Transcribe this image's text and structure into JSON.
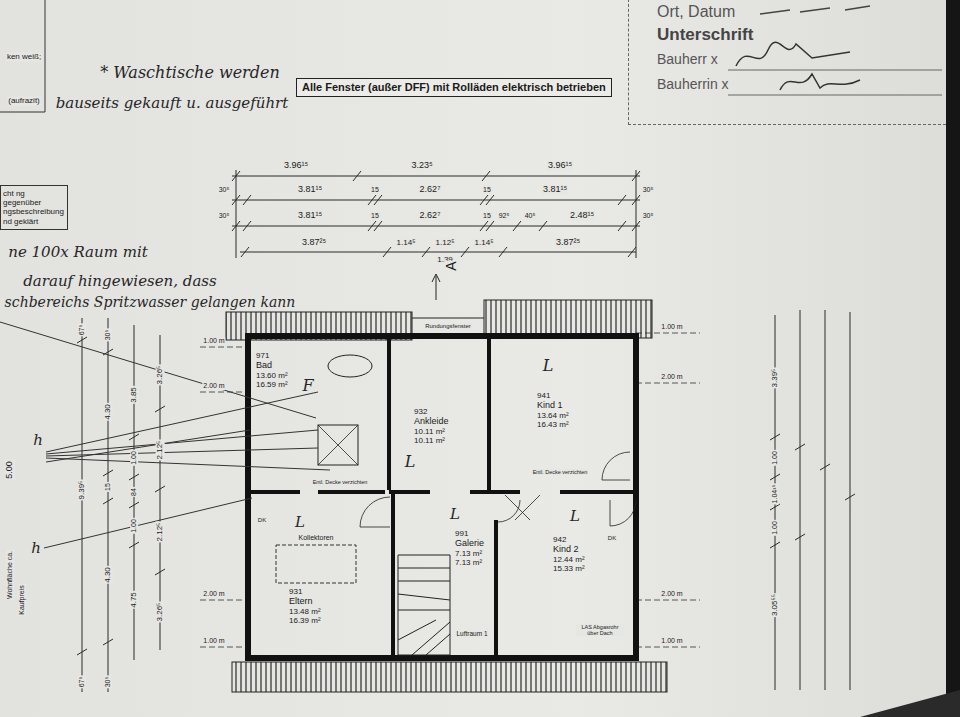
{
  "diagram": {
    "nodes": [
      {
        "text": [
          "Alle Fenster (außer DFF) mit Rolläden elektrisch betrieben"
        ]
      },
      {
        "text": [
          "Ort, Datum",
          "Unterschrift",
          "Bauherr x",
          "Bauherrin x"
        ]
      },
      {
        "text": [
          "cht ng gegenüber ngsbeschreibung nd geklärt"
        ]
      },
      {
        "text": [
          "971",
          "Bad",
          "13.60 m²",
          "16.59 m²"
        ]
      },
      {
        "text": [
          "932",
          "Ankleide",
          "10.11 m²",
          "10.11 m²"
        ]
      },
      {
        "text": [
          "941",
          "Kind 1",
          "13.64 m²",
          "16.43 m²"
        ]
      },
      {
        "text": [
          "931",
          "Eltern",
          "13.48 m²",
          "16.39 m²"
        ]
      },
      {
        "text": [
          "991",
          "Galerie",
          "7.13 m²",
          "7.13 m²"
        ]
      },
      {
        "text": [
          "942",
          "Kind 2",
          "12.44 m²",
          "15.33 m²"
        ]
      }
    ],
    "labels": [
      "ken weiß;",
      "(aufrazit)",
      "* Waschtische werden",
      "bauseits gekauft u. ausgeführt",
      "ne 100x Raum mit",
      "darauf hingewiesen, dass",
      "schbereichs Spritzwasser gelangen kann",
      "3.96¹⁵",
      "3.23⁵",
      "3.96¹⁵",
      "30⁵",
      "3.81¹⁵",
      "15",
      "2.62⁷",
      "15",
      "3.81¹⁵",
      "30⁵",
      "30⁵",
      "3.81¹⁵",
      "15",
      "2.62⁷",
      "15",
      "92⁵",
      "40⁵",
      "2.48¹⁵",
      "30⁵",
      "3.87²⁵",
      "1.14⁵",
      "1.12⁵",
      "1.14⁵",
      "3.87²⁵",
      "1.39",
      "A",
      "67⁵",
      "30⁵",
      "9.39⁵",
      "4.30",
      "15",
      "4.30",
      "3.85",
      "1.00",
      "84",
      "1.00",
      "4.75",
      "3.26⁵",
      "2.12⁵",
      "2.12⁵",
      "3.26⁵",
      "67⁵",
      "30⁵",
      "5.00",
      "Wohnfläche ca.",
      "Kaufpreis",
      "1.00 m",
      "2.00 m",
      "2.00 m",
      "1.00 m",
      "1.00 m",
      "2.00 m",
      "2.00 m",
      "1.00 m",
      "3.39⁵",
      "1.00",
      "1.04¹⁵",
      "1.00",
      "3.05⁵⁵",
      "Entl. Decke verzichten",
      "Entl. Decke verzichten",
      "Kollektoren",
      "Luftraum 1",
      "LAS Abgasrohr über Dach",
      "DK",
      "DK",
      "Rundungsfenster",
      "F",
      "L",
      "L",
      "L",
      "L",
      "L",
      "h",
      "h"
    ]
  }
}
